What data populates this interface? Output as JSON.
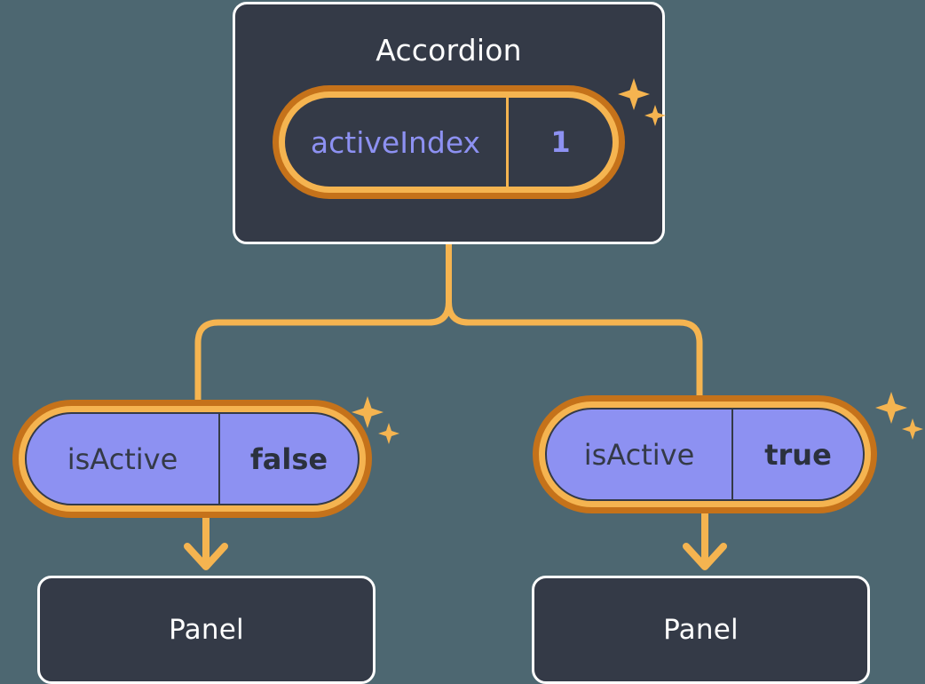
{
  "theme": {
    "background": "#4d6771",
    "card_bg": "#343a47",
    "card_border": "#ffffff",
    "amber": "#f5b450",
    "dark_orange": "#c5721a",
    "periwinkle": "#8d91f2",
    "text_light": "#ffffff",
    "text_dark": "#343a47"
  },
  "diagram": {
    "type": "component-state-tree",
    "root": {
      "title": "Accordion",
      "state": {
        "key": "activeIndex",
        "value": "1"
      }
    },
    "branches": [
      {
        "prop": {
          "key": "isActive",
          "value": "false"
        },
        "child": {
          "title": "Panel"
        }
      },
      {
        "prop": {
          "key": "isActive",
          "value": "true"
        },
        "child": {
          "title": "Panel"
        }
      }
    ]
  },
  "icons": {
    "sparkle": "sparkle-icon",
    "arrow_down": "arrow-down-icon"
  }
}
